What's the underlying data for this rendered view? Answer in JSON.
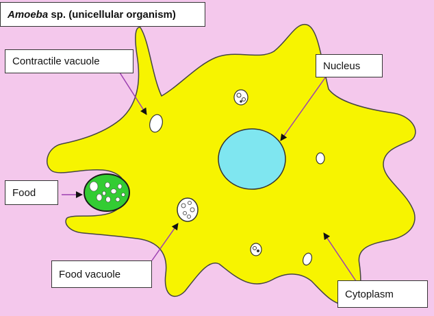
{
  "title": {
    "italic": "Amoeba",
    "rest": " sp. (unicellular organism)"
  },
  "labels": {
    "contractile_vacuole": "Contractile vacuole",
    "nucleus": "Nucleus",
    "food": "Food",
    "food_vacuole": "Food vacuole",
    "cytoplasm": "Cytoplasm"
  },
  "colors": {
    "background": "#f4c8ec",
    "cytoplasm": "#f7f400",
    "nucleus": "#7fe6f0",
    "food": "#33cc33",
    "vacuole": "#ffffff"
  }
}
